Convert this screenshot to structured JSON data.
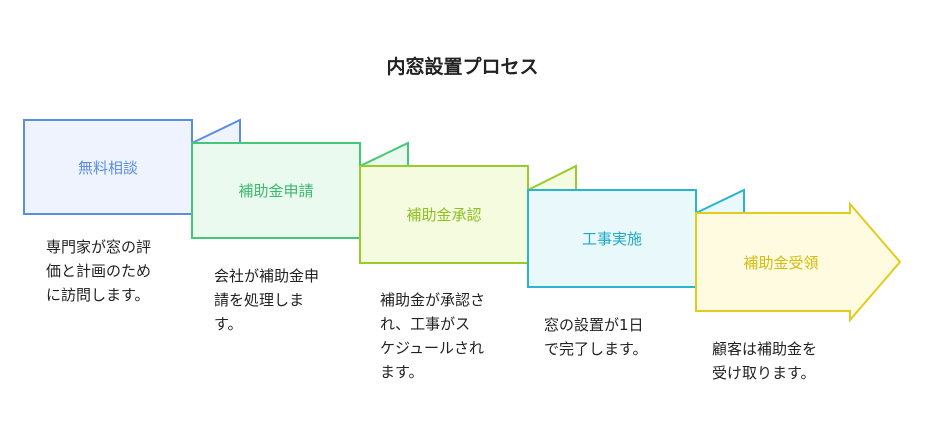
{
  "title": "内窓設置プロセス",
  "steps": [
    {
      "label": "無料相談",
      "description": "専門家が窓の評\n価と計画のため\nに訪問します。",
      "fill": "#eef3fd",
      "stroke": "#5a8fdf",
      "text": "#5a8fdf"
    },
    {
      "label": "補助金申請",
      "description": "会社が補助金申\n請を処理しま\nす。",
      "fill": "#eafaef",
      "stroke": "#44c778",
      "text": "#3db96d"
    },
    {
      "label": "補助金承認",
      "description": "補助金が承認さ\nれ、工事がス\nケジュールされ\nます。",
      "fill": "#f4fbdf",
      "stroke": "#98cc2a",
      "text": "#8fc01e"
    },
    {
      "label": "工事実施",
      "description": "窓の設置が1日\nで完了します。",
      "fill": "#e8f8fb",
      "stroke": "#2ab4d0",
      "text": "#1fa9c6"
    },
    {
      "label": "補助金受領",
      "description": "顧客は補助金を\n受け取ります。",
      "fill": "#fefbe0",
      "stroke": "#e0cc1e",
      "text": "#d4bc10"
    }
  ]
}
